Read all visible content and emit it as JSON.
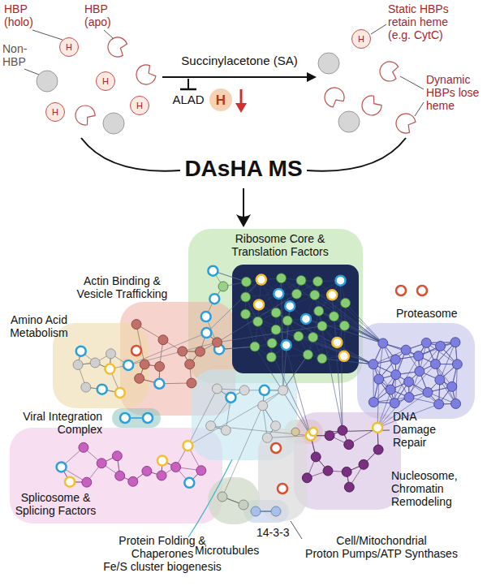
{
  "diagram": {
    "nodes": [
      {
        "text": [
          "H"
        ]
      },
      {
        "text": [
          "H"
        ]
      },
      {
        "text": [
          "H"
        ]
      },
      {
        "text": [
          "H"
        ]
      },
      {
        "text": [
          "H"
        ]
      },
      {
        "text": [
          "H"
        ]
      },
      {
        "text": [
          "Ribosome Core & Translation Factors"
        ]
      },
      {
        "text": [
          "Actin Binding & Vesicle Trafficking"
        ]
      },
      {
        "text": [
          "Proteasome"
        ]
      },
      {
        "text": [
          "Amino Acid Metabolism"
        ]
      },
      {
        "text": [
          "Viral Integration Complex"
        ]
      },
      {
        "text": [
          "DNA Damage Repair"
        ]
      },
      {
        "text": [
          "Splicosome & Splicing Factors"
        ]
      },
      {
        "text": [
          "Nucleosome, Chromatin Remodeling"
        ]
      },
      {
        "text": [
          "Protein Folding & Chaperones",
          "Fe/S cluster biogenesis"
        ]
      },
      {
        "text": [
          "14-3-3"
        ]
      },
      {
        "text": [
          "Microtubules"
        ]
      },
      {
        "text": [
          "Cell/Mitochondrial",
          "Proton Pumps/ATP Synthases"
        ]
      }
    ],
    "labels": [
      "HBP (holo)",
      "HBP (apo)",
      "Non-HBP",
      "Succinylacetone (SA)",
      "ALAD",
      "Static HBPs retain heme (e.g. CytC)",
      "Dynamic HBPs lose heme",
      "DAsHA MS"
    ]
  }
}
